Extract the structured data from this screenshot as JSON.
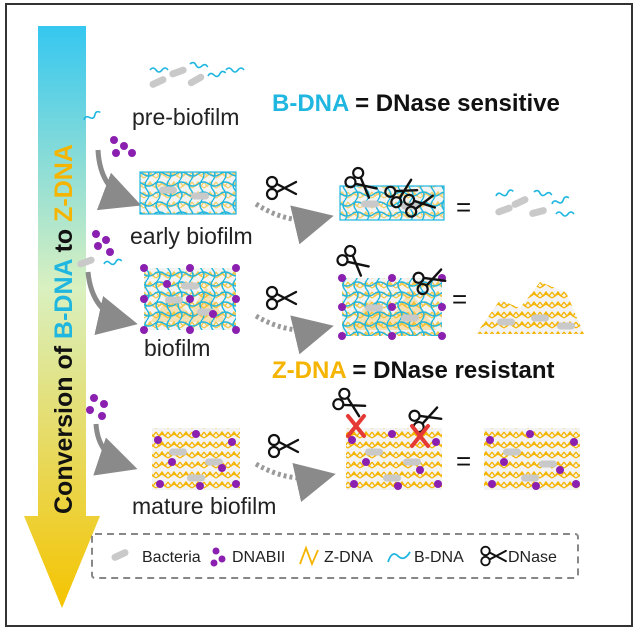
{
  "arrow_label": {
    "prefix": "Conversion of ",
    "b_dna": "B-DNA",
    "to": " to ",
    "z_dna": "Z-DNA"
  },
  "stages": {
    "pre_biofilm": "pre-biofilm",
    "early_biofilm": "early biofilm",
    "biofilm": "biofilm",
    "mature_biofilm": "mature biofilm"
  },
  "headings": {
    "b_dna": {
      "term": "B-DNA",
      "rest": " = DNase sensitive"
    },
    "z_dna": {
      "term": "Z-DNA",
      "rest": " = DNase resistant"
    }
  },
  "equals": "=",
  "legend": [
    {
      "label": "Bacteria",
      "icon": "bacteria-icon"
    },
    {
      "label": "DNABII",
      "icon": "dnabii-icon"
    },
    {
      "label": "Z-DNA",
      "icon": "z-dna-icon"
    },
    {
      "label": "B-DNA",
      "icon": "b-dna-icon"
    },
    {
      "label": "DNase",
      "icon": "scissors-icon"
    }
  ],
  "colors": {
    "b_dna": "#1fb6e0",
    "z_dna": "#f5b400",
    "dnabii": "#8a1fb0",
    "bacteria": "#bdbdbd",
    "block": "#e53935",
    "arrow_top": "#35c7f0",
    "arrow_bottom": "#f5c400"
  }
}
